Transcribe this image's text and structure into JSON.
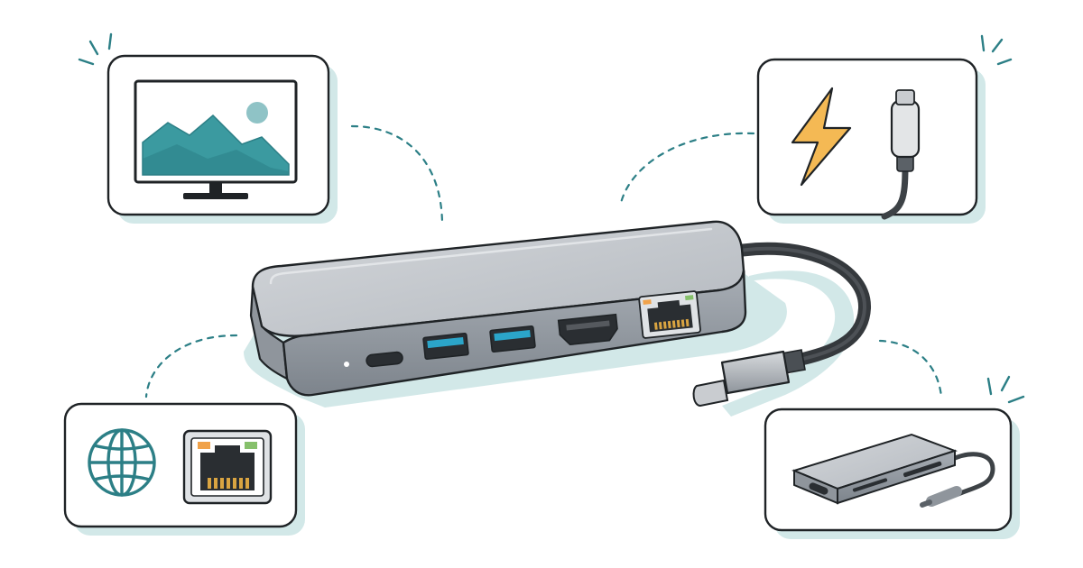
{
  "palette": {
    "ink": "#1f2326",
    "teal": "#3b9aa0",
    "teal_dark": "#2c7f86",
    "shadow": "#d2e8e8",
    "aluminum_top": "#c4c8cd",
    "aluminum_front": "#9ba1a8",
    "port_blue": "#2ba5c9",
    "bolt": "#f4b954",
    "ethernet_amber": "#f0a24a",
    "ethernet_green": "#86c06b",
    "contact_gold": "#d9a441"
  },
  "scene": {
    "hub": {
      "ports": [
        "usb-c-port",
        "usb-a-port",
        "usb-a-port",
        "hdmi-port",
        "ethernet-port"
      ],
      "status_led": "on"
    },
    "cards": [
      {
        "id": "display",
        "icons": [
          "monitor-icon",
          "landscape-image-icon"
        ]
      },
      {
        "id": "power",
        "icons": [
          "lightning-bolt-icon",
          "usb-c-cable-icon"
        ]
      },
      {
        "id": "network",
        "icons": [
          "globe-icon",
          "ethernet-port-icon"
        ]
      },
      {
        "id": "portable",
        "icons": [
          "mini-hub-icon"
        ]
      }
    ]
  }
}
